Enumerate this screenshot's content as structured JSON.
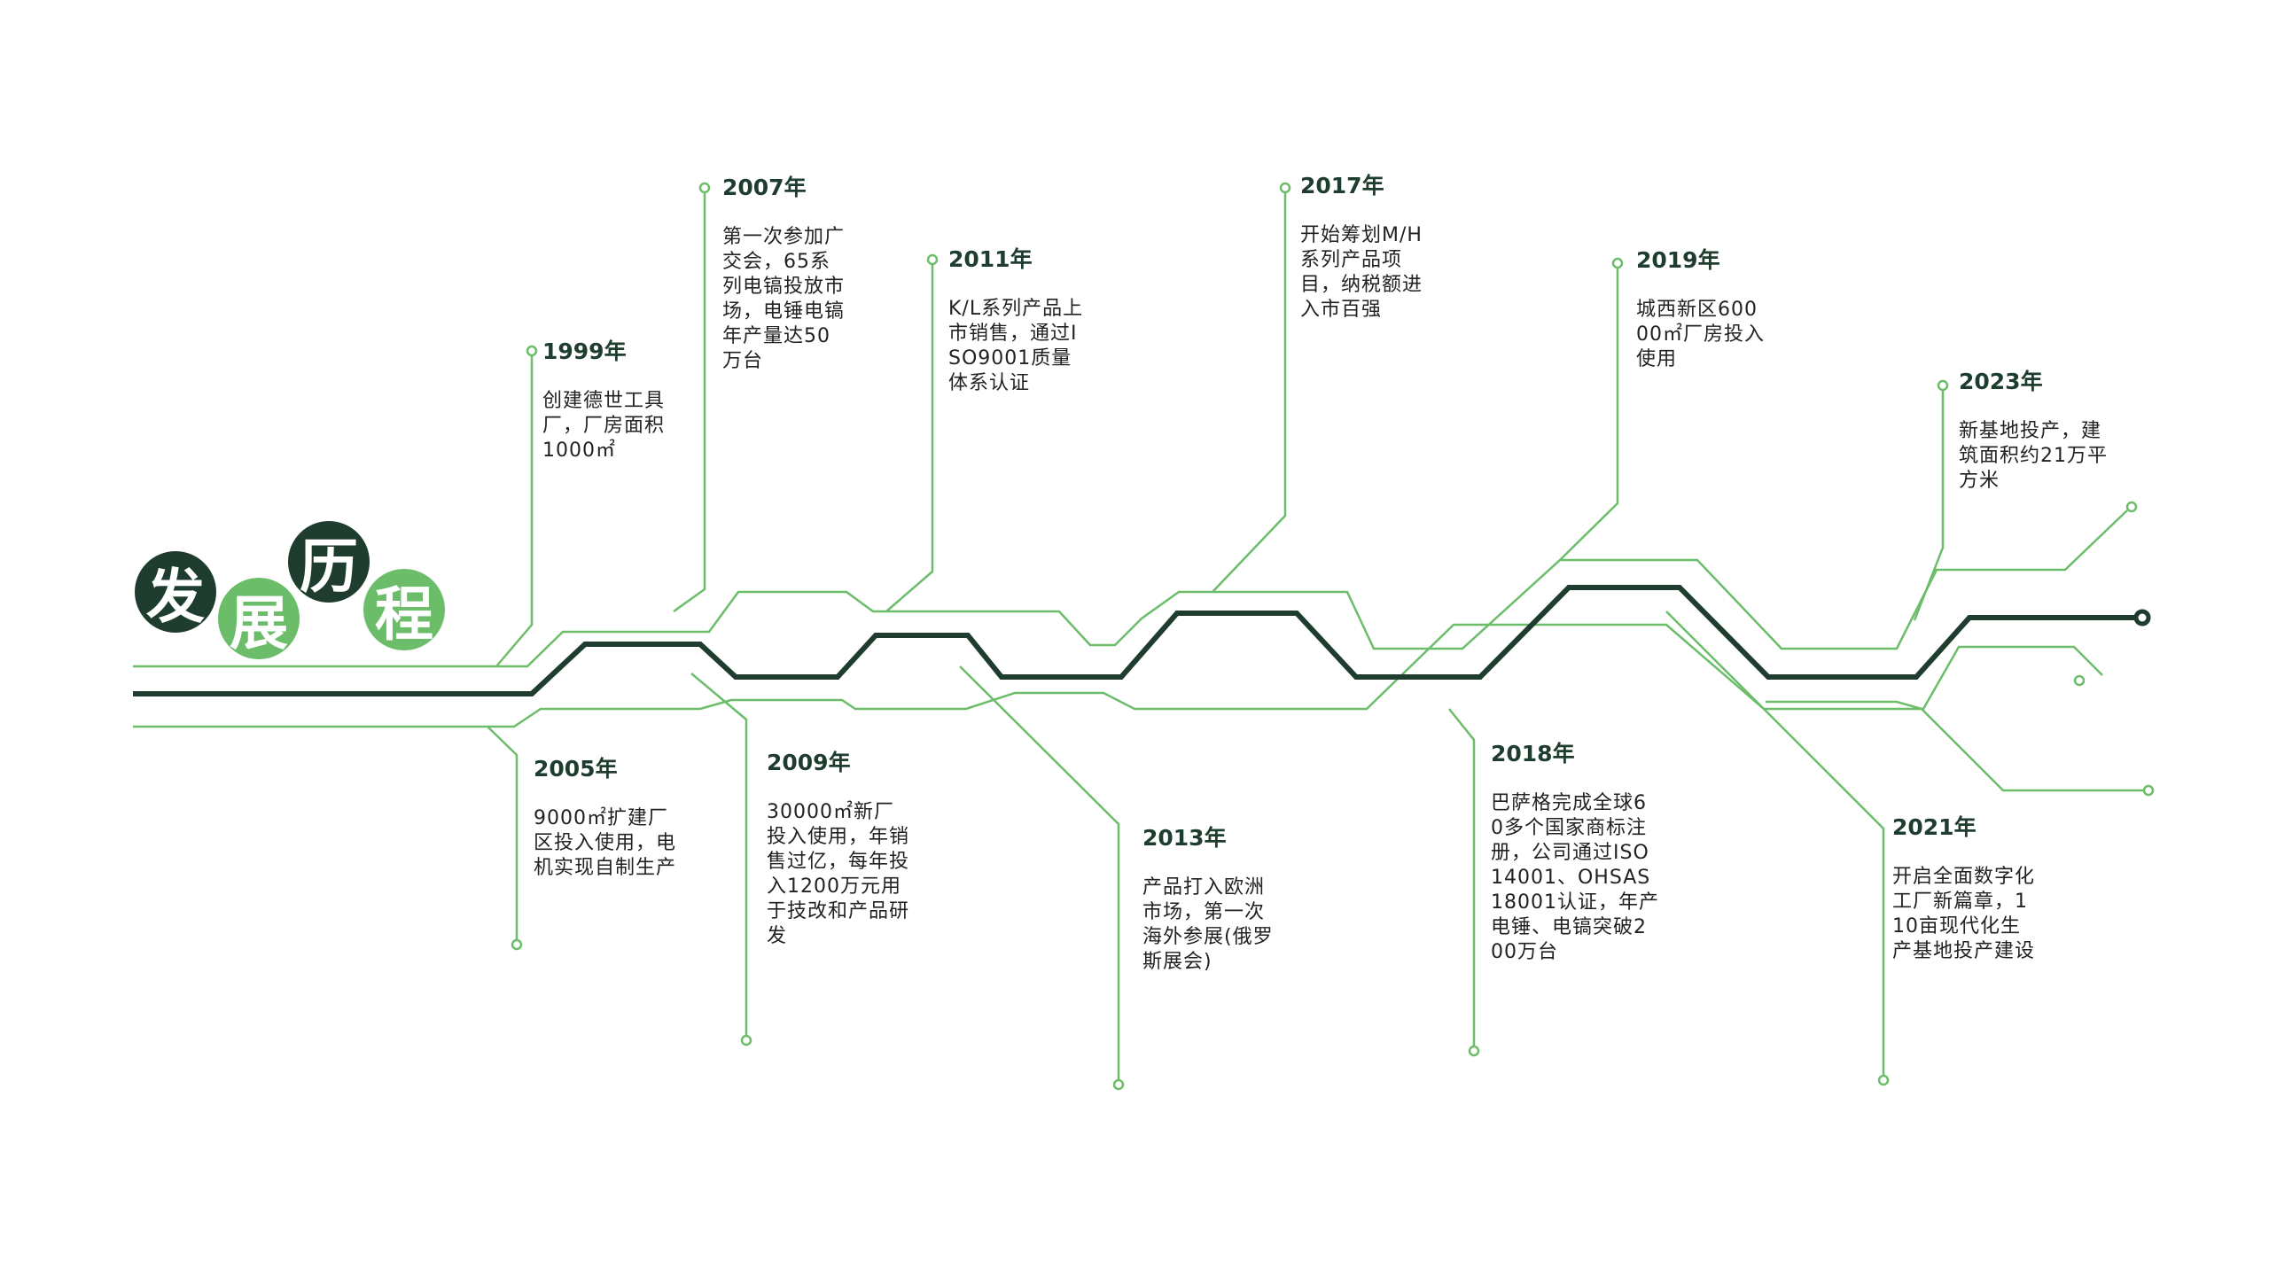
{
  "title": {
    "chars": [
      "发",
      "展",
      "历",
      "程"
    ]
  },
  "colors": {
    "dark": "#1f3d2e",
    "light": "#6cbd6a",
    "text": "#222222"
  },
  "events": [
    {
      "year": "1999年",
      "desc": "创建德世工具厂，厂房面积1000㎡"
    },
    {
      "year": "2005年",
      "desc": "9000㎡扩建厂区投入使用，电机实现自制生产"
    },
    {
      "year": "2007年",
      "desc": "第一次参加广交会，65系列电镐投放市场，电锤电镐年产量达50万台"
    },
    {
      "year": "2009年",
      "desc": "30000㎡新厂投入使用，年销售过亿，每年投入1200万元用于技改和产品研发"
    },
    {
      "year": "2011年",
      "desc": "K/L系列产品上市销售，通过ISO9001质量体系认证"
    },
    {
      "year": "2013年",
      "desc": "产品打入欧洲市场，第一次海外参展(俄罗斯展会)"
    },
    {
      "year": "2017年",
      "desc": "开始筹划M/H系列产品项目，纳税额进入市百强"
    },
    {
      "year": "2018年",
      "desc": "巴萨格完成全球60多个国家商标注册，公司通过ISO14001、OHSAS18001认证，年产电锤、电镐突破200万台"
    },
    {
      "year": "2019年",
      "desc": "城西新区60000㎡厂房投入使用"
    },
    {
      "year": "2021年",
      "desc": "开启全面数字化工厂新篇章，110亩现代化生产基地投产建设"
    },
    {
      "year": "2023年",
      "desc": "新基地投产，建筑面积约21万平方米"
    }
  ]
}
